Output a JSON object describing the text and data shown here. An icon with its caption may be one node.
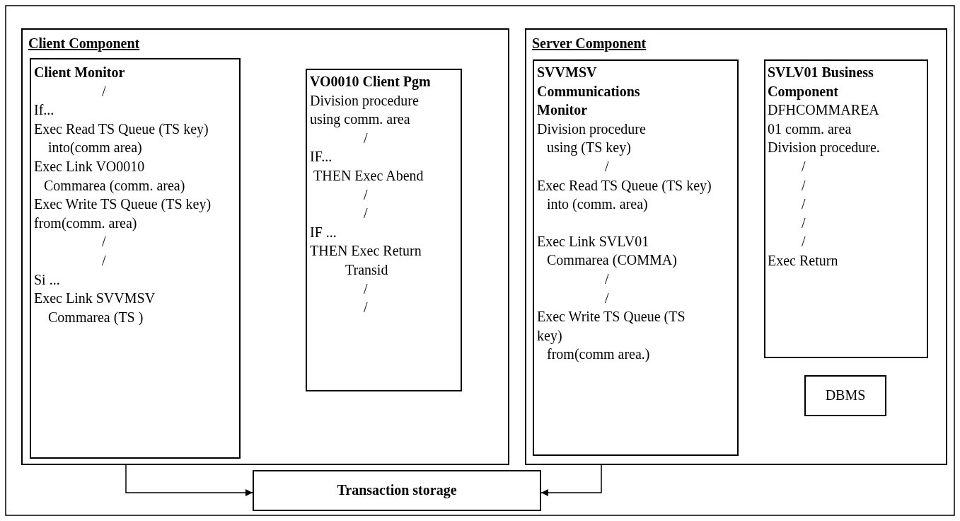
{
  "diagram": {
    "nodes": [
      {
        "text": [
          "Client Component"
        ]
      },
      {
        "text": [
          "Client Monitor",
          "/",
          "If...",
          "Exec Read TS Queue (TS key)",
          "into(comm area)",
          "Exec Link VO0010",
          "Commarea (comm. area)",
          "Exec Write TS Queue (TS key)",
          "from(comm. area)",
          "/",
          "/",
          "Si ...",
          "Exec Link SVVMSV",
          "Commarea (TS )"
        ],
        "in": 0
      },
      {
        "text": [
          "VO0010 Client Pgm",
          "Division procedure",
          "using comm. area",
          "/",
          "IF...",
          "THEN Exec Abend",
          "/",
          "/",
          "IF ...",
          "THEN Exec Return",
          "Transid",
          "/",
          "/"
        ],
        "in": 0
      },
      {
        "text": [
          "Server Component"
        ]
      },
      {
        "text": [
          "SVVMSV Communications Monitor",
          "Division procedure",
          "using (TS key)",
          "/",
          "Exec Read TS Queue (TS key)",
          "into (comm. area)",
          "Exec Link SVLV01",
          "Commarea (COMMA)",
          "/",
          "/",
          "Exec Write TS Queue (TS key)",
          "from(comm area.)"
        ],
        "in": 3
      },
      {
        "text": [
          "SVLV01 Business Component",
          "DFHCOMMAREA",
          "01 comm. area",
          "Division procedure.",
          "/",
          "/",
          "/",
          "/",
          "/",
          "Exec Return"
        ],
        "in": 3
      },
      {
        "text": [
          "DBMS"
        ],
        "in": 3
      },
      {
        "text": [
          "Transaction storage"
        ]
      }
    ],
    "edges": [
      {
        "from": 0,
        "to": 7,
        "arrow": "to"
      },
      {
        "from": 3,
        "to": 7,
        "arrow": "to"
      }
    ]
  }
}
